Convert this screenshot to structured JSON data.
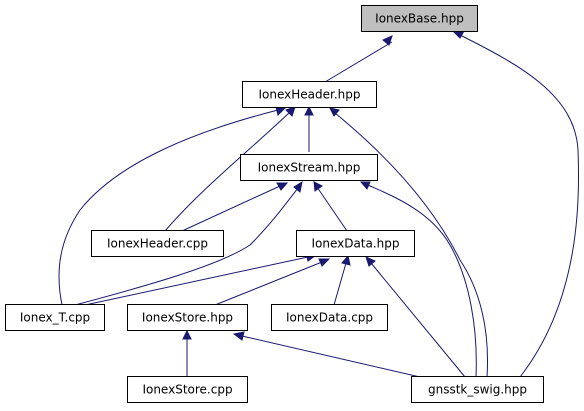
{
  "nodes": {
    "ionex_base_hpp": {
      "label": "IonexBase.hpp",
      "highlighted": true
    },
    "ionex_header_hpp": {
      "label": "IonexHeader.hpp"
    },
    "ionex_stream_hpp": {
      "label": "IonexStream.hpp"
    },
    "ionex_header_cpp": {
      "label": "IonexHeader.cpp"
    },
    "ionex_data_hpp": {
      "label": "IonexData.hpp"
    },
    "ionex_t_cpp": {
      "label": "Ionex_T.cpp"
    },
    "ionex_store_hpp": {
      "label": "IonexStore.hpp"
    },
    "ionex_data_cpp": {
      "label": "IonexData.cpp"
    },
    "ionex_store_cpp": {
      "label": "IonexStore.cpp"
    },
    "gnsstk_swig_hpp": {
      "label": "gnsstk_swig.hpp"
    }
  },
  "edges": [
    {
      "from": "ionex_header_hpp",
      "to": "ionex_base_hpp"
    },
    {
      "from": "gnsstk_swig_hpp",
      "to": "ionex_base_hpp"
    },
    {
      "from": "ionex_stream_hpp",
      "to": "ionex_header_hpp"
    },
    {
      "from": "ionex_header_cpp",
      "to": "ionex_header_hpp"
    },
    {
      "from": "ionex_t_cpp",
      "to": "ionex_header_hpp"
    },
    {
      "from": "gnsstk_swig_hpp",
      "to": "ionex_header_hpp"
    },
    {
      "from": "ionex_header_cpp",
      "to": "ionex_stream_hpp"
    },
    {
      "from": "ionex_data_hpp",
      "to": "ionex_stream_hpp"
    },
    {
      "from": "ionex_t_cpp",
      "to": "ionex_stream_hpp"
    },
    {
      "from": "gnsstk_swig_hpp",
      "to": "ionex_stream_hpp"
    },
    {
      "from": "ionex_t_cpp",
      "to": "ionex_data_hpp"
    },
    {
      "from": "ionex_store_hpp",
      "to": "ionex_data_hpp"
    },
    {
      "from": "ionex_data_cpp",
      "to": "ionex_data_hpp"
    },
    {
      "from": "gnsstk_swig_hpp",
      "to": "ionex_data_hpp"
    },
    {
      "from": "ionex_store_cpp",
      "to": "ionex_store_hpp"
    },
    {
      "from": "gnsstk_swig_hpp",
      "to": "ionex_store_hpp"
    }
  ],
  "colors": {
    "edge": "#191970",
    "node_border": "#000000",
    "node_fill": "#ffffff",
    "highlighted_fill": "#bfbfbf"
  }
}
